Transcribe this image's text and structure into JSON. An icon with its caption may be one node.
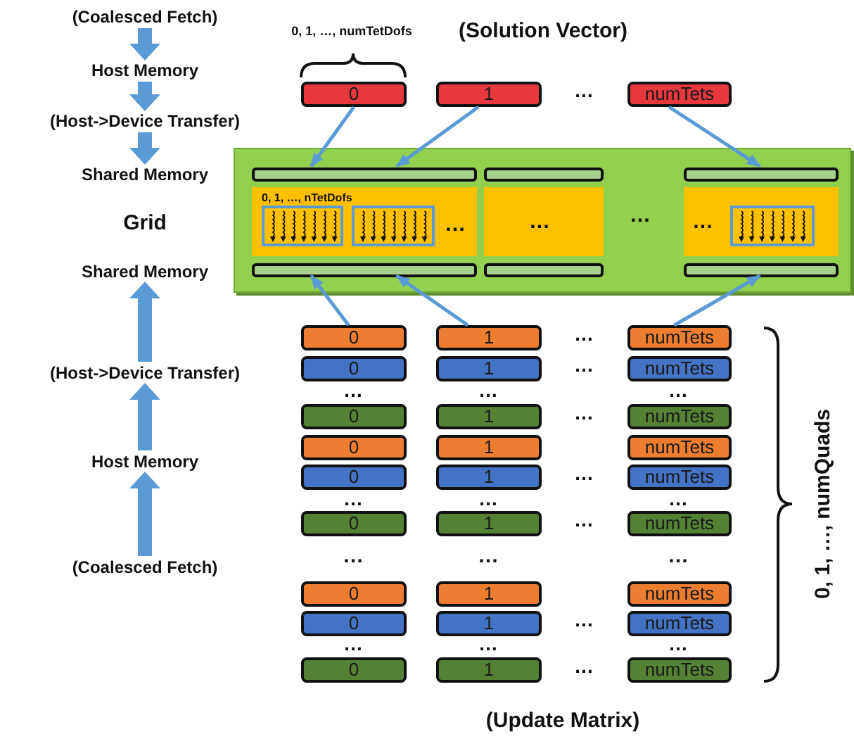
{
  "diagram": {
    "nodes": [
      {
        "text": [
          "(Coalesced Fetch)"
        ]
      },
      {
        "text": [
          "Host Memory"
        ]
      },
      {
        "text": [
          "(Host->Device Transfer)"
        ]
      },
      {
        "text": [
          "Shared Memory"
        ]
      },
      {
        "text": [
          "Grid"
        ]
      },
      {
        "text": [
          "Shared Memory"
        ]
      },
      {
        "text": [
          "(Host->Device Transfer)"
        ]
      },
      {
        "text": [
          "Host Memory"
        ]
      },
      {
        "text": [
          "(Coalesced Fetch)"
        ]
      },
      {
        "text": [
          "0"
        ]
      },
      {
        "text": [
          "1"
        ]
      },
      {
        "text": [
          "numTets"
        ]
      },
      {
        "text": [],
        "shape": "box"
      },
      {
        "text": [],
        "shape": "bar",
        "in": 12
      },
      {
        "text": [],
        "shape": "bar",
        "in": 12
      },
      {
        "text": [],
        "shape": "bar",
        "in": 12
      },
      {
        "text": [
          "0, 1, …, nTetDofs",
          "…"
        ],
        "in": 12
      },
      {
        "text": [
          "…"
        ],
        "in": 12
      },
      {
        "text": [
          "…"
        ],
        "in": 12
      },
      {
        "text": [],
        "shape": "box",
        "in": 16
      },
      {
        "text": [],
        "shape": "box",
        "in": 16
      },
      {
        "text": [],
        "shape": "box",
        "in": 18
      },
      {
        "text": [],
        "shape": "bar",
        "in": 12
      },
      {
        "text": [],
        "shape": "bar",
        "in": 12
      },
      {
        "text": [],
        "shape": "bar",
        "in": 12
      },
      {
        "text": [
          "0"
        ]
      },
      {
        "text": [
          "1"
        ]
      },
      {
        "text": [
          "numTets"
        ]
      },
      {
        "text": [
          "0"
        ]
      },
      {
        "text": [
          "1"
        ]
      },
      {
        "text": [
          "numTets"
        ]
      },
      {
        "text": [
          "0"
        ]
      },
      {
        "text": [
          "1"
        ]
      },
      {
        "text": [
          "numTets"
        ]
      },
      {
        "text": [
          "0"
        ]
      },
      {
        "text": [
          "1"
        ]
      },
      {
        "text": [
          "numTets"
        ]
      },
      {
        "text": [
          "0"
        ]
      },
      {
        "text": [
          "1"
        ]
      },
      {
        "text": [
          "numTets"
        ]
      },
      {
        "text": [
          "0"
        ]
      },
      {
        "text": [
          "1"
        ]
      },
      {
        "text": [
          "numTets"
        ]
      },
      {
        "text": [
          "0"
        ]
      },
      {
        "text": [
          "1"
        ]
      },
      {
        "text": [
          "numTets"
        ]
      },
      {
        "text": [
          "0"
        ]
      },
      {
        "text": [
          "1"
        ]
      },
      {
        "text": [
          "numTets"
        ]
      },
      {
        "text": [
          "0"
        ]
      },
      {
        "text": [
          "1"
        ]
      },
      {
        "text": [
          "numTets"
        ]
      }
    ],
    "edges": [
      {
        "from": 0,
        "to": 1,
        "arrow": "to",
        "style": "thick"
      },
      {
        "from": 1,
        "to": 2,
        "arrow": "to",
        "style": "thick"
      },
      {
        "from": 2,
        "to": 3,
        "arrow": "to",
        "style": "thick"
      },
      {
        "from": 6,
        "to": 5,
        "arrow": "to",
        "style": "thick"
      },
      {
        "from": 7,
        "to": 6,
        "arrow": "to",
        "style": "thick"
      },
      {
        "from": 8,
        "to": 7,
        "arrow": "to",
        "style": "thick"
      },
      {
        "from": 9,
        "to": 13,
        "arrow": "to"
      },
      {
        "from": 10,
        "to": 13,
        "arrow": "to"
      },
      {
        "from": 11,
        "to": 15,
        "arrow": "to"
      },
      {
        "from": 25,
        "to": 22,
        "arrow": "to"
      },
      {
        "from": 26,
        "to": 22,
        "arrow": "to"
      },
      {
        "from": 27,
        "to": 24,
        "arrow": "to"
      }
    ],
    "labels": [
      "0, 1, …, numTetDofs",
      "(Solution Vector)",
      "…",
      "…",
      "…",
      "…",
      "…",
      "…",
      "…",
      "…",
      "…",
      "…",
      "…",
      "…",
      "…",
      "…",
      "…",
      "…",
      "…",
      "…",
      "…",
      "…",
      "…",
      "0, 1, …, numQuads",
      "(Update Matrix)"
    ]
  }
}
